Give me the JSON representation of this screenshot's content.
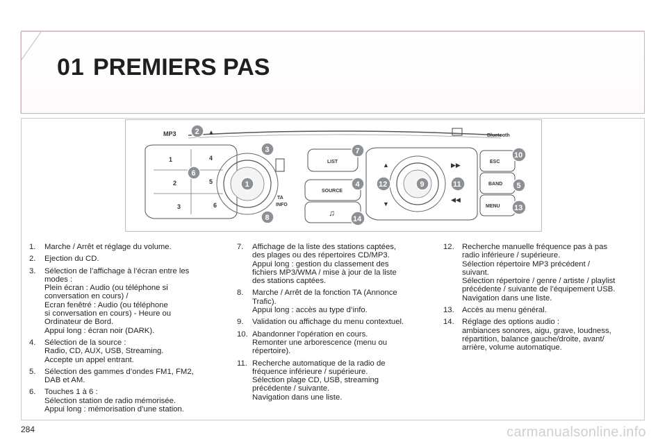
{
  "header": {
    "chapter_number": "01",
    "chapter_title": "PREMIERS PAS"
  },
  "figure": {
    "labels": {
      "mp3": "MP3",
      "list": "LIST",
      "source": "SOURCE",
      "ta": "TA",
      "info": "INFO",
      "esc": "ESC",
      "band": "BAND",
      "menu": "MENU",
      "bluetooth": "Bluetooth"
    },
    "preset_keys": [
      "1",
      "2",
      "3",
      "4",
      "5",
      "6"
    ],
    "callouts": [
      "1",
      "2",
      "3",
      "4",
      "5",
      "6",
      "7",
      "8",
      "9",
      "10",
      "11",
      "12",
      "13",
      "14"
    ]
  },
  "columns": {
    "col1": [
      {
        "n": "1.",
        "t": "Marche / Arrêt et réglage du volume."
      },
      {
        "n": "2.",
        "t": "Ejection du CD."
      },
      {
        "n": "3.",
        "t": "Sélection de l’affichage à l’écran entre les\nmodes :\nPlein écran : Audio (ou téléphone si\nconversation en cours) /\nEcran fenêtré : Audio (ou téléphone\nsi conversation en cours) - Heure ou\nOrdinateur de Bord.\nAppui long : écran noir (DARK)."
      },
      {
        "n": "4.",
        "t": "Sélection de la source :\nRadio, CD, AUX, USB, Streaming.\nAccepte un appel entrant."
      },
      {
        "n": "5.",
        "t": "Sélection des gammes d’ondes FM1, FM2,\nDAB et AM."
      },
      {
        "n": "6.",
        "t": "Touches 1 à 6 :\nSélection station de radio mémorisée.\nAppui long : mémorisation d’une station."
      }
    ],
    "col2": [
      {
        "n": "7.",
        "t": "Affichage de la liste des stations captées,\ndes plages ou des répertoires CD/MP3.\nAppui long : gestion du classement des\nfichiers MP3/WMA / mise à jour de la liste\ndes stations captées."
      },
      {
        "n": "8.",
        "t": "Marche / Arrêt de la fonction TA (Annonce\nTrafic).\nAppui long : accès au type d’info."
      },
      {
        "n": "9.",
        "t": "Validation ou affichage du menu contextuel."
      },
      {
        "n": "10.",
        "t": "Abandonner l’opération en cours.\nRemonter une arborescence (menu ou\nrépertoire)."
      },
      {
        "n": "11.",
        "t": "Recherche automatique de la radio de\nfréquence inférieure / supérieure.\nSélection plage CD, USB, streaming\nprécédente / suivante.\nNavigation dans une liste."
      }
    ],
    "col3": [
      {
        "n": "12.",
        "t": "Recherche manuelle fréquence pas à pas\nradio inférieure / supérieure.\nSélection répertoire MP3 précédent /\nsuivant.\nSélection répertoire / genre / artiste / playlist\nprécédente / suivante de l’équipement USB.\nNavigation dans une liste."
      },
      {
        "n": "13.",
        "t": "Accès au menu général."
      },
      {
        "n": "14.",
        "t": "Réglage des options audio :\nambiances sonores, aigu, grave, loudness,\nrépartition, balance gauche/droite, avant/\narrière, volume automatique."
      }
    ]
  },
  "footer": {
    "page_number": "284",
    "watermark": "carmanualsonline.info"
  }
}
